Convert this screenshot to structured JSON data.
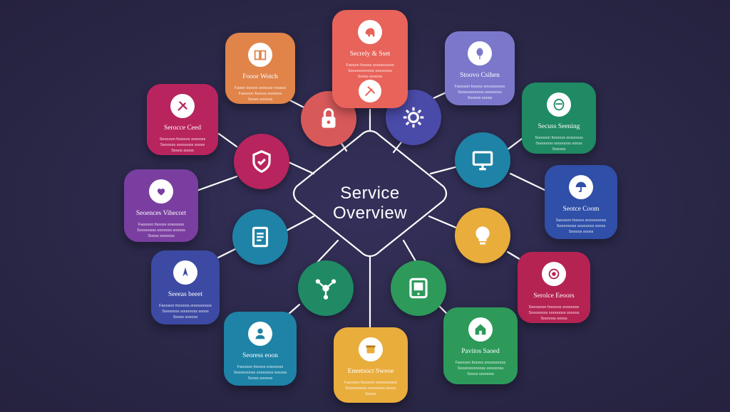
{
  "center": {
    "title_line1": "Service",
    "title_line2": "Overview"
  },
  "colors": {
    "background": "#2a2747",
    "connector": "#ffffff"
  },
  "cards": [
    {
      "id": "card-food-watch",
      "label": "Fooor Wotch",
      "desc": [
        "Faseo isooos snosuor rooaos",
        "Faooson foooss ssoooss",
        "Seoss soooos"
      ],
      "icon": "book-icon",
      "color": "#e0844a"
    },
    {
      "id": "card-secrely",
      "label": "Secrely & Sset",
      "desc": [
        "Faoson fosoos snoosoooos",
        "Soosnooonooo soooooss",
        "Sooss soooos"
      ],
      "icon": "elephant-icon",
      "color": "#e8635a"
    },
    {
      "id": "card-stoow-csihen",
      "label": "Stoovo Csihen",
      "desc": [
        "Faooson fosoos snoosoooos",
        "Soosooooooss soooooss",
        "Soooos sooss"
      ],
      "icon": "balloon-icon",
      "color": "#7b78cc"
    },
    {
      "id": "card-serioce-ceed",
      "label": "Serocce Ceed",
      "desc": [
        "Seoooon foosoos snsooss",
        "Seoooss soooooss sooss",
        "Sooos sooss"
      ],
      "icon": "tools-icon",
      "color": "#b8245e"
    },
    {
      "id": "card-secuss-seening",
      "label": "Secuss Seening",
      "desc": [
        "Soooson fooooos snsoooss",
        "Soooooss soooooss sooss",
        "Soooos"
      ],
      "icon": "mask-icon",
      "color": "#1f8a63"
    },
    {
      "id": "card-seoences-vihecort",
      "label": "Seoences Vihecort",
      "desc": [
        "Fasooon foooos snsoooss",
        "Soooossss sooooss soooss",
        "Sooss sooooss"
      ],
      "icon": "heart-hand-icon",
      "color": "#7a3ea0"
    },
    {
      "id": "card-seotce-coom",
      "label": "Seotce Coom",
      "desc": [
        "Saooson fosoos snoosoooos",
        "Sooonooss soooooss sooss",
        "Soooos sooss"
      ],
      "icon": "umbrella-icon",
      "color": "#2f4fa8"
    },
    {
      "id": "card-seeeas-beeet",
      "label": "Seeeas beeet",
      "desc": [
        "Faooson fooooos snoosoooos",
        "Soooooss soooooss sooss",
        "Sooss soooos"
      ],
      "icon": "compass-icon",
      "color": "#3c4aa4"
    },
    {
      "id": "card-serolce-eeoors",
      "label": "Serolce Eeoors",
      "desc": [
        "Seoosoon fooooos snosooss",
        "Soooossss soooooss soooss",
        "Sooooss sooss"
      ],
      "icon": "target-icon",
      "color": "#b52353"
    },
    {
      "id": "card-seoress-eoon",
      "label": "Seoress eoon",
      "desc": [
        "Faooson foooos snsoooss",
        "Sooonoooss soooooss soooss",
        "Sooss soooos"
      ],
      "icon": "person-icon",
      "color": "#1e83a6"
    },
    {
      "id": "card-eneetsoct-sweoe",
      "label": "Eneetsoct Sweoe",
      "desc": [
        "Faooson fooooos snoosoooos",
        "Sooonoooss soooooss sooss",
        "Sooos"
      ],
      "icon": "robot-icon",
      "color": "#e9ad3c"
    },
    {
      "id": "card-pavitos-saoed",
      "label": "Pavitos Saoed",
      "desc": [
        "Faooson fosoos snoosoooos",
        "Soosnooonooss soooooss",
        "Sooss sooooos"
      ],
      "icon": "house-icon",
      "color": "#2d9a5a"
    }
  ],
  "hubs": [
    {
      "id": "hub-lock",
      "icon": "lock-icon",
      "color": "#d8595a"
    },
    {
      "id": "hub-gear",
      "icon": "gear-icon",
      "color": "#4a4aa8"
    },
    {
      "id": "hub-shield",
      "icon": "shield-icon",
      "color": "#b8245e"
    },
    {
      "id": "hub-monitor",
      "icon": "monitor-icon",
      "color": "#1e83a6"
    },
    {
      "id": "hub-document",
      "icon": "document-icon",
      "color": "#1e83a6"
    },
    {
      "id": "hub-lightbulb",
      "icon": "lightbulb-icon",
      "color": "#e9ad3c"
    },
    {
      "id": "hub-network",
      "icon": "network-icon",
      "color": "#1f8a63"
    },
    {
      "id": "hub-tablet",
      "icon": "tablet-icon",
      "color": "#2d9a5a"
    }
  ]
}
